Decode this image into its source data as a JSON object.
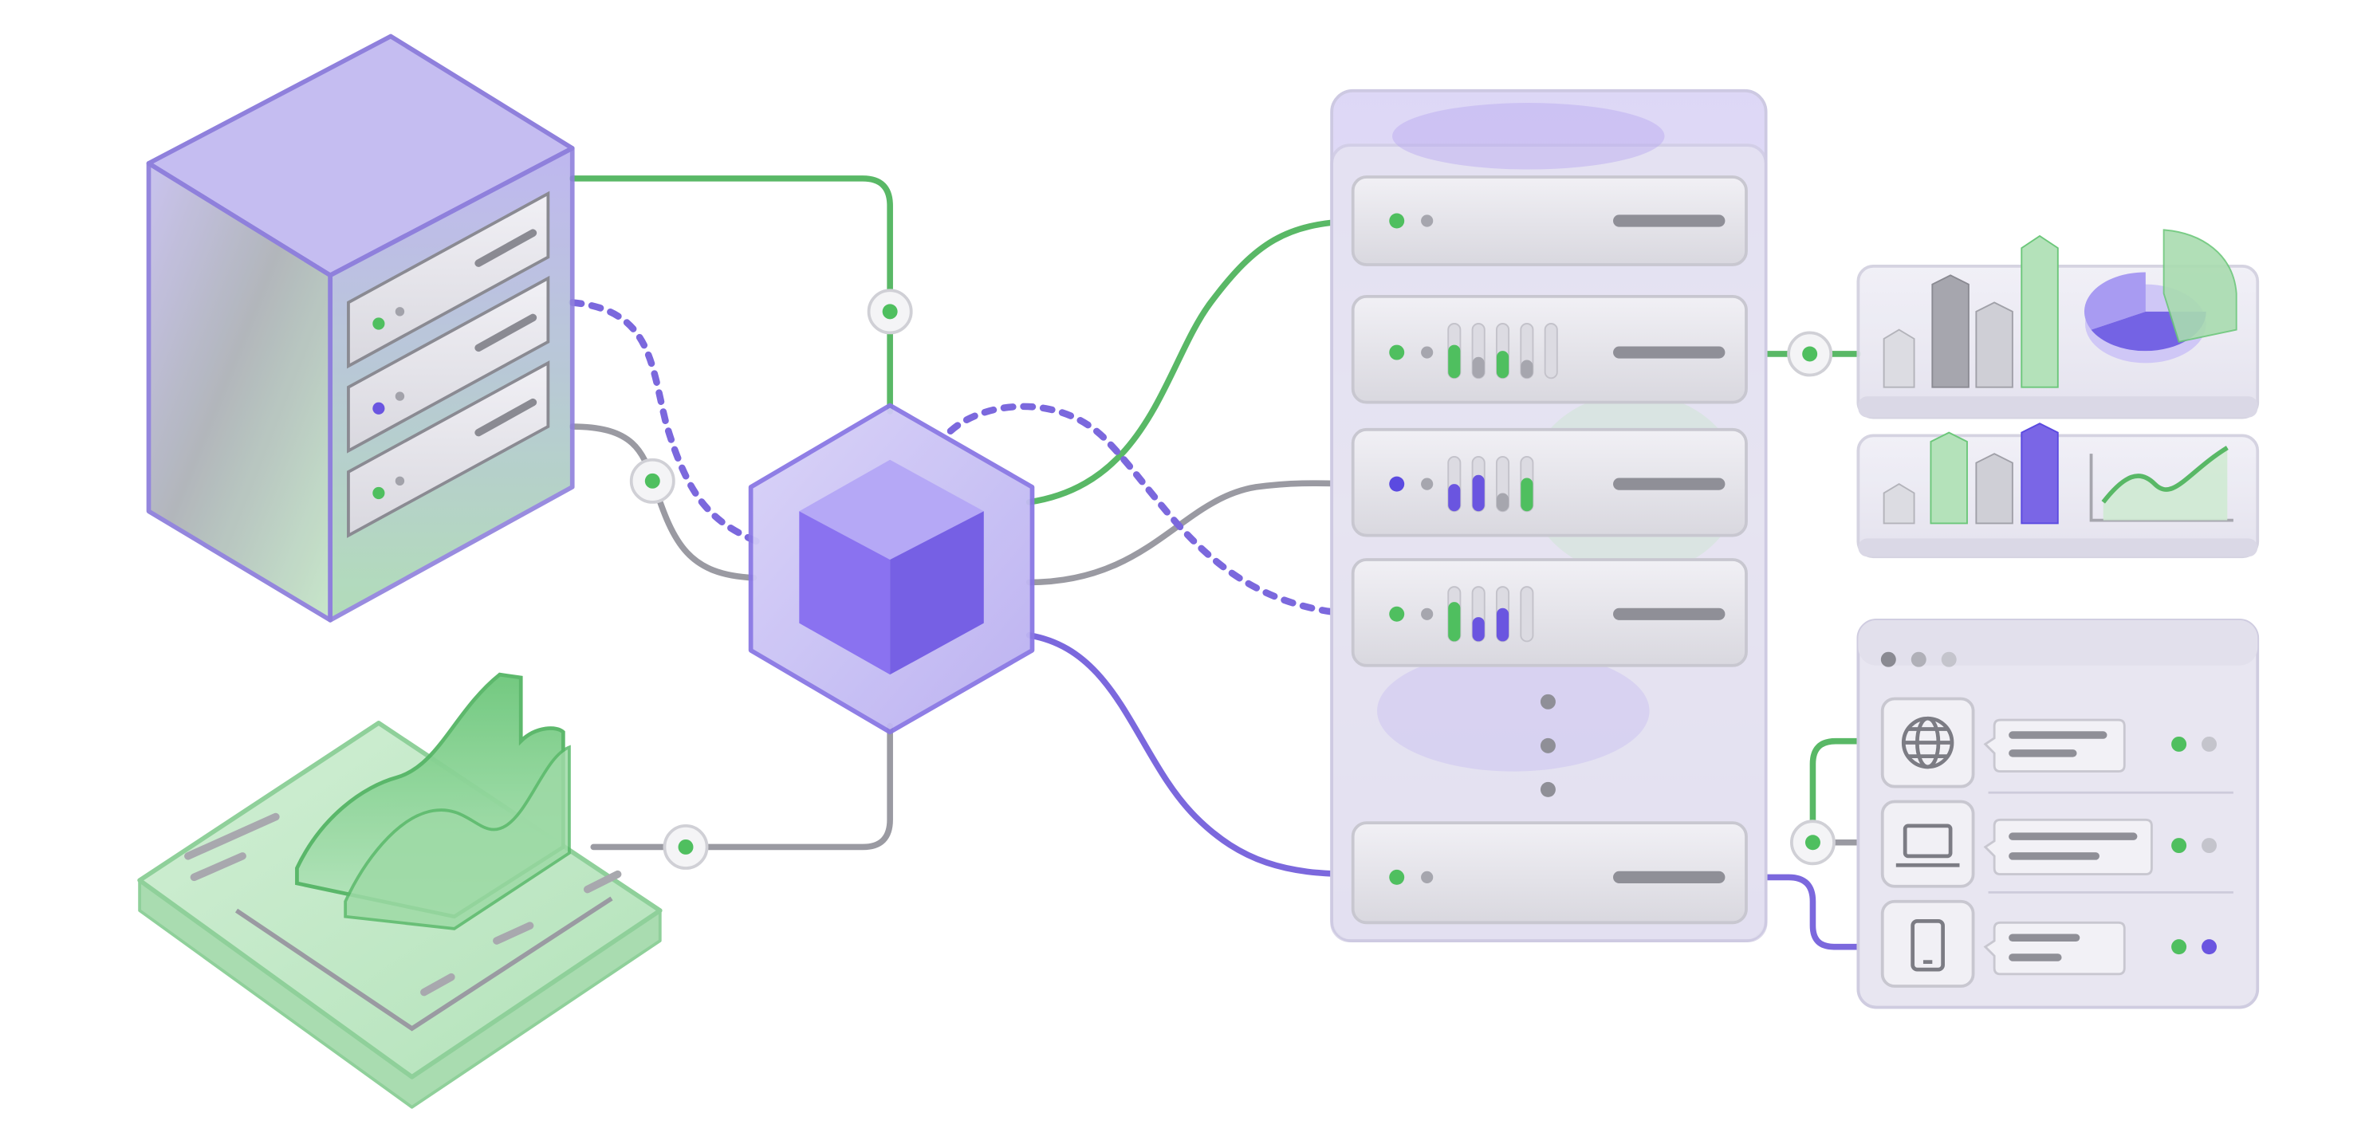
{
  "colors": {
    "background": "#ffffff",
    "purple": "#7b68dd",
    "purple_light": "#c9c0f2",
    "green": "#59b866",
    "green_light": "#bfe7c4",
    "gray": "#9a9aa2",
    "gray_dark": "#8a8a92",
    "glass": "#eceaf6"
  },
  "diagram": {
    "nodes": [
      {
        "id": "storage-server",
        "icon": "server-rack-icon",
        "slots": 3
      },
      {
        "id": "analytics-platform",
        "icon": "area-chart-icon"
      },
      {
        "id": "central-hub",
        "icon": "cube-icon"
      },
      {
        "id": "server-stack",
        "icon": "server-stack-icon",
        "units": 5,
        "ellipsis": true
      },
      {
        "id": "bar-chart-dashboard",
        "icon": "bar-chart-icon"
      },
      {
        "id": "pie-chart-dashboard",
        "icon": "pie-chart-icon"
      },
      {
        "id": "line-chart-dashboard",
        "icon": "line-chart-icon"
      },
      {
        "id": "client-window",
        "icon": "browser-window-icon",
        "rows": [
          {
            "icon": "globe-icon",
            "status": "green"
          },
          {
            "icon": "laptop-icon",
            "status": "green"
          },
          {
            "icon": "phone-icon",
            "status": "purple"
          }
        ]
      }
    ],
    "connections": [
      {
        "from": "storage-server",
        "to": "central-hub",
        "color": "green",
        "style": "solid"
      },
      {
        "from": "storage-server",
        "to": "central-hub",
        "color": "purple",
        "style": "dashed"
      },
      {
        "from": "storage-server",
        "to": "central-hub",
        "color": "gray",
        "style": "solid"
      },
      {
        "from": "analytics-platform",
        "to": "central-hub",
        "color": "gray",
        "style": "solid"
      },
      {
        "from": "central-hub",
        "to": "server-stack",
        "color": "green",
        "style": "solid"
      },
      {
        "from": "central-hub",
        "to": "server-stack",
        "color": "gray",
        "style": "solid"
      },
      {
        "from": "central-hub",
        "to": "server-stack",
        "color": "purple",
        "style": "dashed"
      },
      {
        "from": "central-hub",
        "to": "server-stack",
        "color": "purple",
        "style": "solid"
      },
      {
        "from": "server-stack",
        "to": "bar-chart-dashboard",
        "color": "green",
        "style": "solid"
      },
      {
        "from": "server-stack",
        "to": "client-window",
        "color": "green",
        "style": "solid"
      },
      {
        "from": "server-stack",
        "to": "client-window",
        "color": "gray",
        "style": "solid"
      },
      {
        "from": "server-stack",
        "to": "client-window",
        "color": "purple",
        "style": "solid"
      }
    ]
  }
}
